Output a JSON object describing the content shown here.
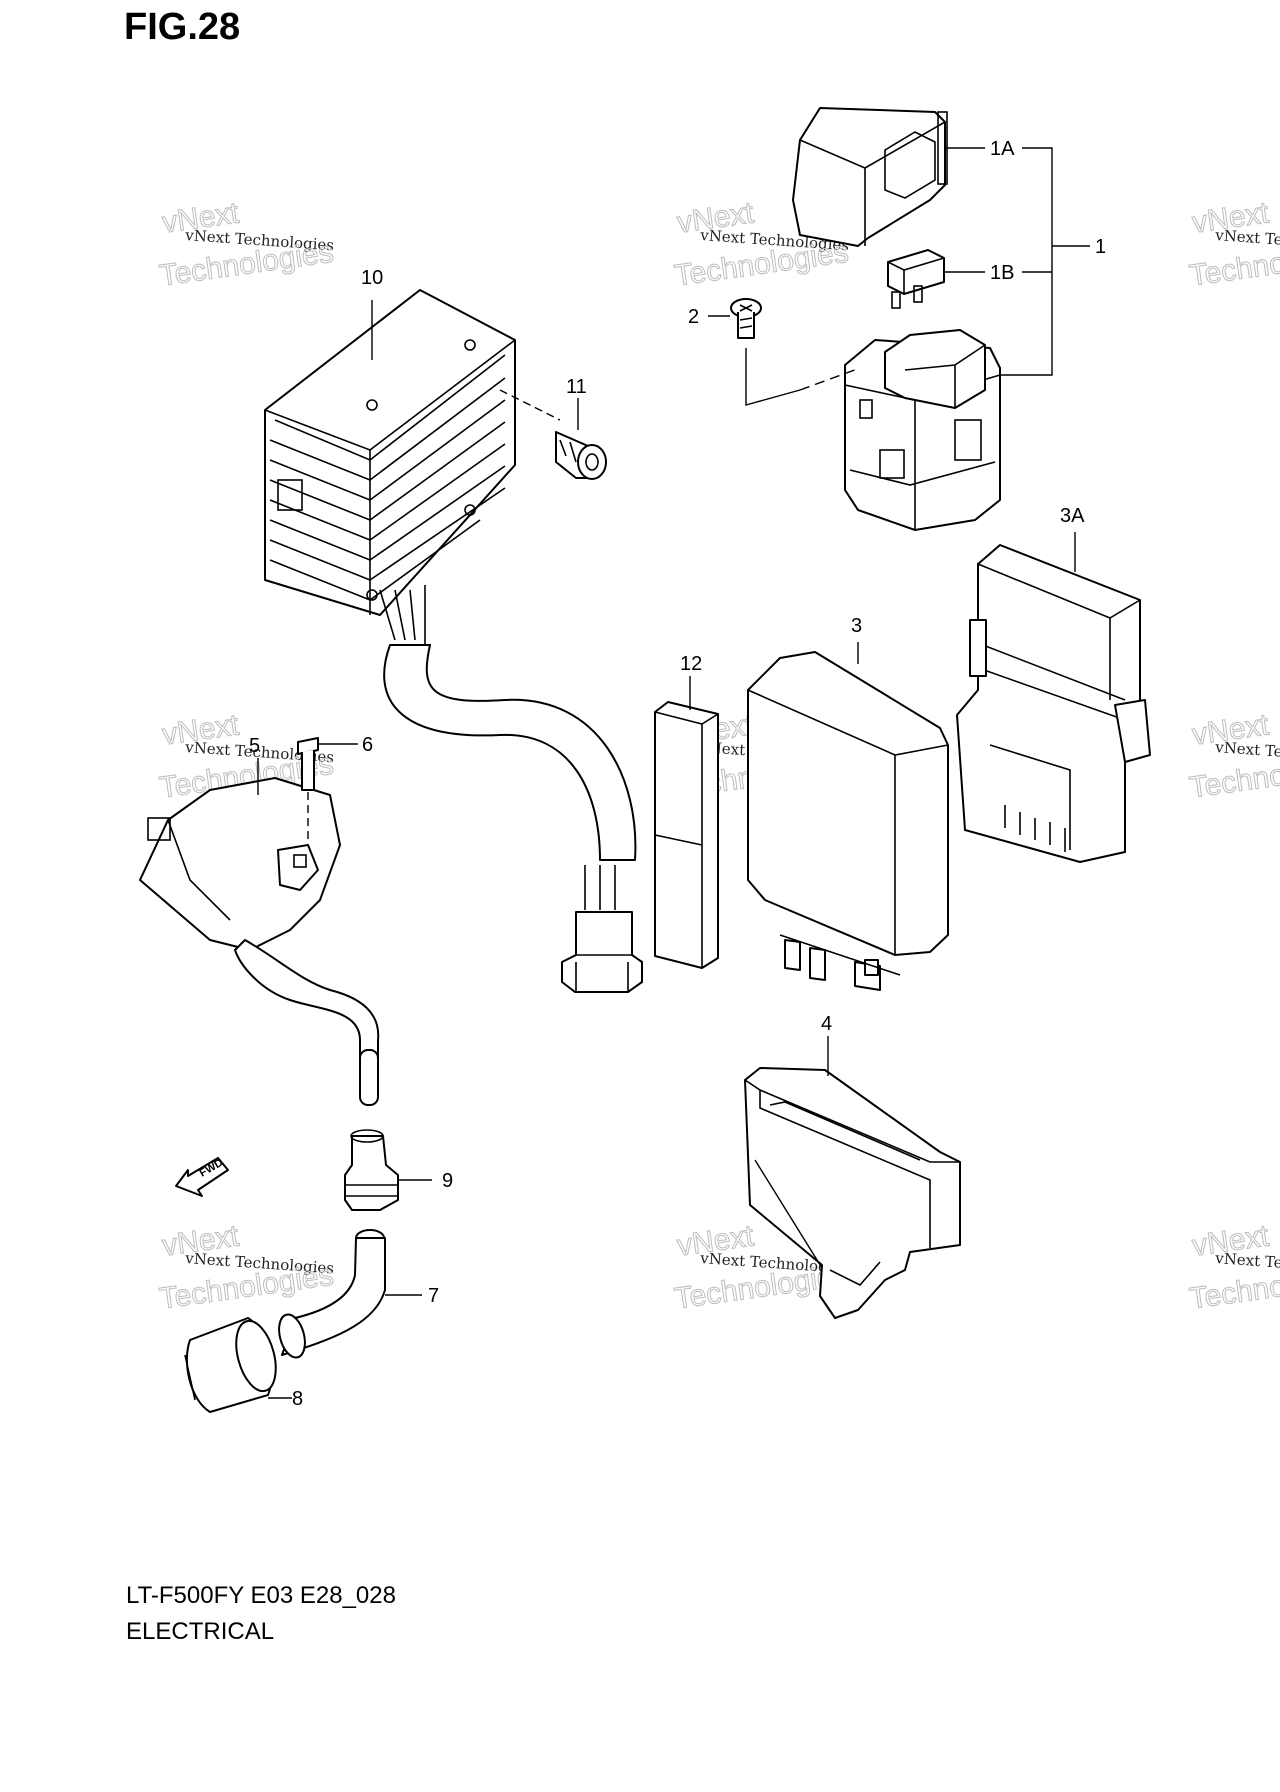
{
  "figure": {
    "title": "FIG.28",
    "model_code": "LT-F500FY E03 E28_028",
    "section": "ELECTRICAL"
  },
  "callouts": [
    "1",
    "1A",
    "1B",
    "2",
    "3",
    "3A",
    "4",
    "5",
    "6",
    "7",
    "8",
    "9",
    "10",
    "11",
    "12"
  ],
  "watermark": {
    "line1": "vNext Technologies",
    "line2": "vNext",
    "line3": "Technologies"
  },
  "fwd_label": "FWD"
}
